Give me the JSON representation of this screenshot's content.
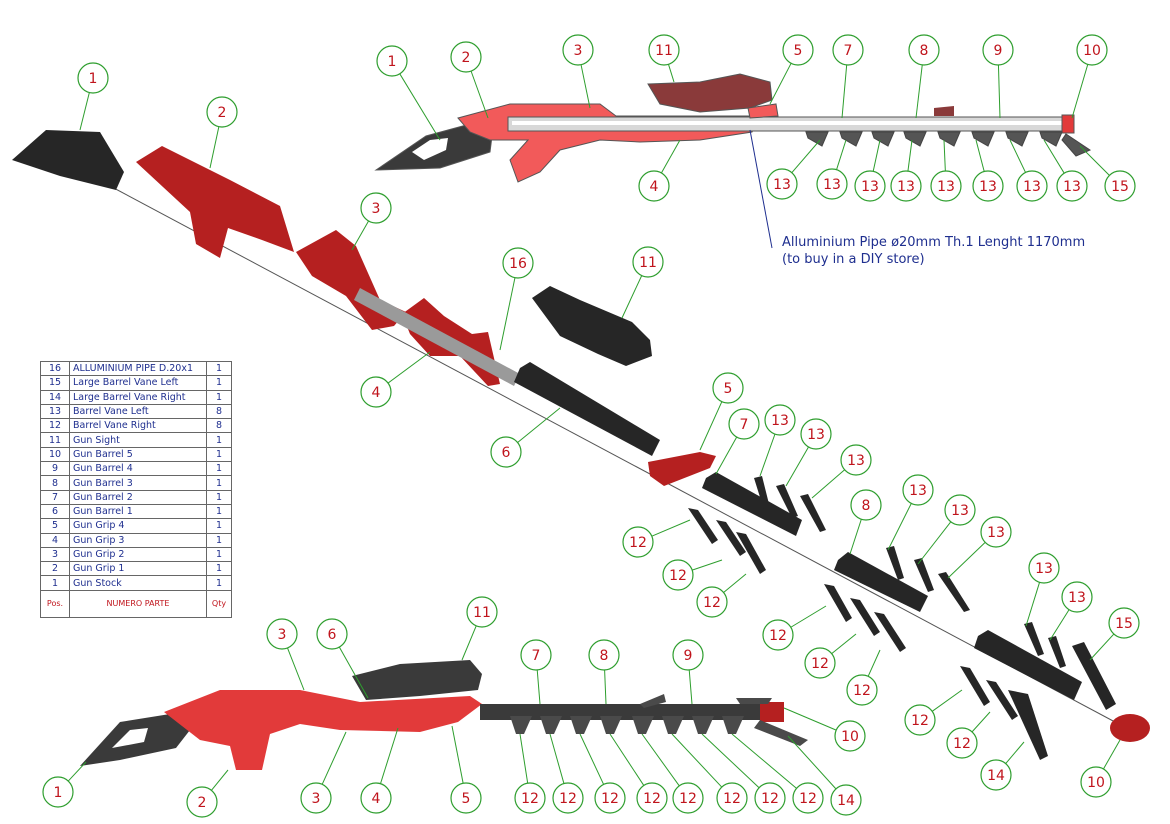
{
  "note": {
    "line1": "Alluminium Pipe ø20mm Th.1 Lenght 1170mm",
    "line2": "(to buy in a DIY store)"
  },
  "bom": {
    "header": {
      "pos": "Pos.",
      "name": "NUMERO PARTE",
      "qty": "Qty"
    },
    "rows": [
      {
        "pos": "16",
        "name": "ALLUMINIUM PIPE D.20x1",
        "qty": "1"
      },
      {
        "pos": "15",
        "name": "Large Barrel Vane Left",
        "qty": "1"
      },
      {
        "pos": "14",
        "name": "Large Barrel Vane Right",
        "qty": "1"
      },
      {
        "pos": "13",
        "name": "Barrel Vane Left",
        "qty": "8"
      },
      {
        "pos": "12",
        "name": "Barrel Vane Right",
        "qty": "8"
      },
      {
        "pos": "11",
        "name": "Gun Sight",
        "qty": "1"
      },
      {
        "pos": "10",
        "name": "Gun Barrel 5",
        "qty": "1"
      },
      {
        "pos": "9",
        "name": "Gun Barrel 4",
        "qty": "1"
      },
      {
        "pos": "8",
        "name": "Gun Barrel 3",
        "qty": "1"
      },
      {
        "pos": "7",
        "name": "Gun Barrel 2",
        "qty": "1"
      },
      {
        "pos": "6",
        "name": "Gun Barrel 1",
        "qty": "1"
      },
      {
        "pos": "5",
        "name": "Gun Grip 4",
        "qty": "1"
      },
      {
        "pos": "4",
        "name": "Gun Grip 3",
        "qty": "1"
      },
      {
        "pos": "3",
        "name": "Gun Grip 2",
        "qty": "1"
      },
      {
        "pos": "2",
        "name": "Gun Grip 1",
        "qty": "1"
      },
      {
        "pos": "1",
        "name": "Gun Stock",
        "qty": "1"
      }
    ]
  },
  "balloon_colors": {
    "border": "#2e9e2e",
    "text": "#c0141c",
    "note": "#1f2f8f"
  },
  "balloons": [
    "1",
    "2",
    "3",
    "11",
    "5",
    "7",
    "8",
    "9",
    "10",
    "4",
    "13",
    "13",
    "13",
    "13",
    "13",
    "13",
    "13",
    "13",
    "15",
    "1",
    "2",
    "3",
    "16",
    "11",
    "4",
    "6",
    "5",
    "7",
    "13",
    "13",
    "13",
    "12",
    "12",
    "12",
    "8",
    "13",
    "13",
    "13",
    "12",
    "12",
    "12",
    "13",
    "13",
    "15",
    "12",
    "12",
    "14",
    "10",
    "3",
    "6",
    "11",
    "7",
    "8",
    "9",
    "1",
    "2",
    "3",
    "4",
    "5",
    "12",
    "12",
    "12",
    "12",
    "12",
    "12",
    "12",
    "12",
    "14",
    "10"
  ]
}
